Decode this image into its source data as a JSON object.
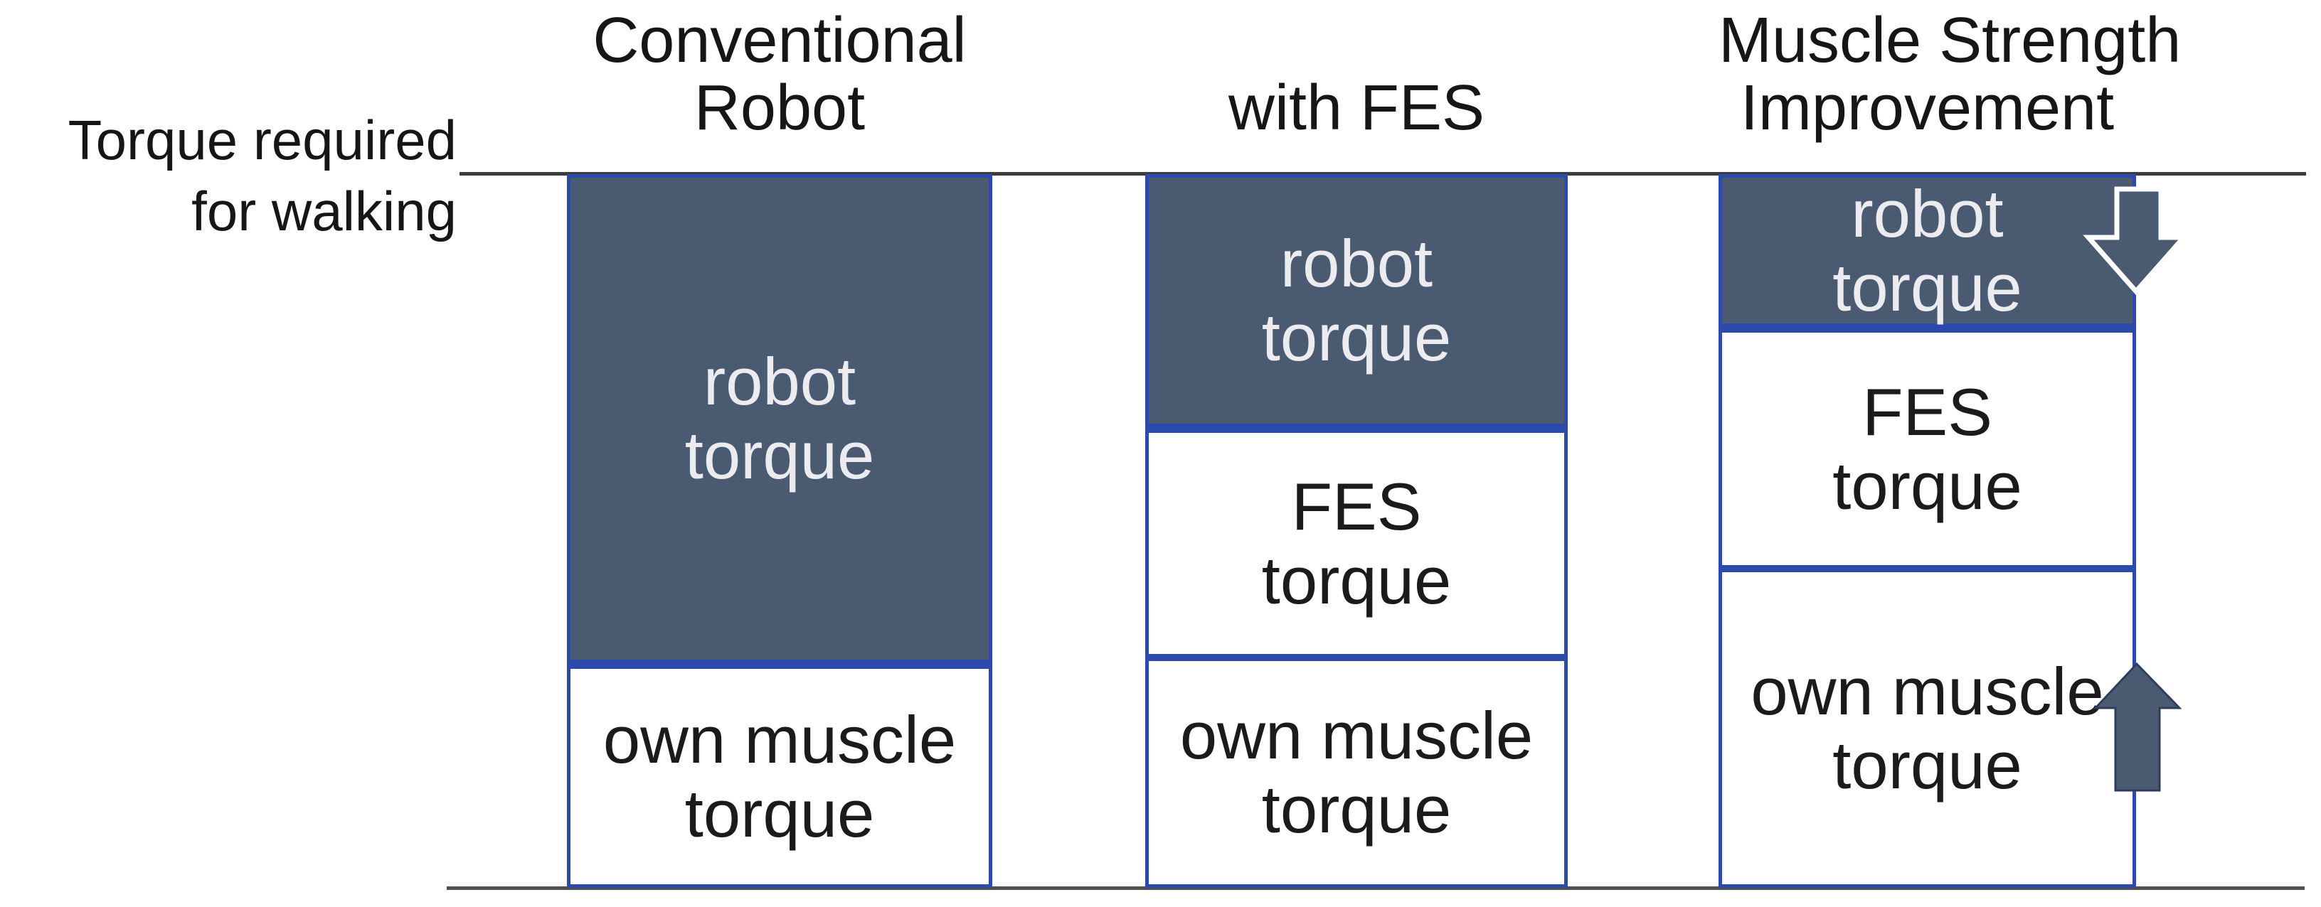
{
  "diagram": {
    "axis_label": {
      "line1": "Torque required",
      "line2": "for walking"
    },
    "columns": [
      {
        "id": "conventional-robot",
        "header_line1": "Conventional",
        "header_line2": "Robot",
        "segments": [
          {
            "name": "robot-torque",
            "line1": "robot",
            "line2": "torque"
          },
          {
            "name": "own-muscle-torque",
            "line1": "own muscle",
            "line2": "torque"
          }
        ]
      },
      {
        "id": "with-fes",
        "header_line1": "with FES",
        "header_line2": "",
        "segments": [
          {
            "name": "robot-torque",
            "line1": "robot",
            "line2": "torque"
          },
          {
            "name": "fes-torque",
            "line1": "FES",
            "line2": "torque"
          },
          {
            "name": "own-muscle-torque",
            "line1": "own muscle",
            "line2": "torque"
          }
        ]
      },
      {
        "id": "muscle-strength-improvement",
        "header_line1": "Muscle Strength",
        "header_line2": "Improvement",
        "segments": [
          {
            "name": "robot-torque",
            "line1": "robot",
            "line2": "torque"
          },
          {
            "name": "fes-torque",
            "line1": "FES",
            "line2": "torque"
          },
          {
            "name": "own-muscle-torque",
            "line1": "own muscle",
            "line2": "torque"
          }
        ]
      }
    ],
    "arrows": [
      {
        "name": "robot-torque-decrease",
        "direction": "down"
      },
      {
        "name": "own-muscle-torque-increase",
        "direction": "up"
      }
    ],
    "colors": {
      "robot_fill": "#4a5a70",
      "bar_border": "#2b4aac",
      "top_line": "#3c3c3c",
      "base_line": "#515151",
      "arrow_fill": "#4a5a70",
      "light_text": "#ececf0",
      "dark_text": "#1b1b1b"
    }
  },
  "chart_data": {
    "type": "bar",
    "stacked": true,
    "title": "",
    "xlabel": "",
    "ylabel": "Torque required for walking",
    "unit": "percent of torque required for walking (estimated from segment heights)",
    "categories": [
      "Conventional Robot",
      "with FES",
      "Muscle Strength Improvement"
    ],
    "series": [
      {
        "name": "robot torque",
        "values": [
          68.8,
          35.8,
          21.7
        ]
      },
      {
        "name": "FES torque",
        "values": [
          0,
          32.0,
          33.6
        ]
      },
      {
        "name": "own muscle torque",
        "values": [
          31.2,
          32.2,
          44.7
        ]
      }
    ],
    "legend_position": "none",
    "grid": false,
    "annotations": [
      "down arrow: robot torque decreases with muscle strength improvement",
      "up arrow: own muscle torque increases with muscle strength improvement"
    ]
  }
}
